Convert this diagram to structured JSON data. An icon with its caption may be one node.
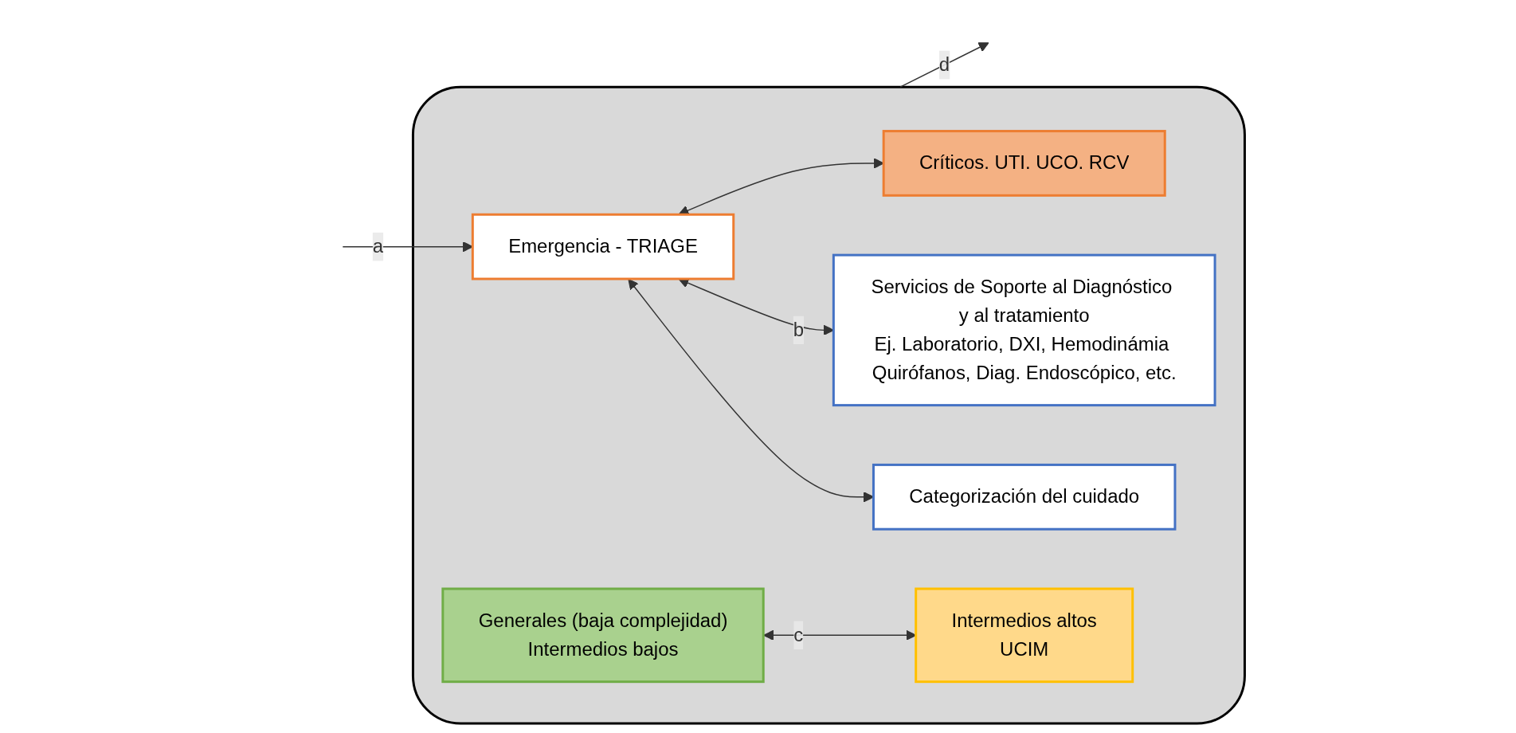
{
  "diagram": {
    "nodes": [
      {
        "text": [],
        "shape": "box"
      },
      {
        "text": [
          "Emergencia - TRIAGE"
        ],
        "in": 0
      },
      {
        "text": [
          "Categorización del cuidado"
        ],
        "in": 0
      },
      {
        "text": [
          "Generales (baja complejidad)",
          "Intermedios bajos"
        ],
        "in": 0
      },
      {
        "text": [
          "Intermedios altos",
          "UCIM"
        ],
        "in": 0
      },
      {
        "text": [
          "Críticos. UTI. UCO. RCV"
        ],
        "in": 0
      },
      {
        "text": [
          "Servicios de Soporte al Diagnóstico y al tratamiento",
          "Ej. Laboratorio, DXI, Hemodinámia Quirófanos, Diag. Endoscópico, etc."
        ],
        "in": 0
      }
    ],
    "edges": [
      {
        "from": null,
        "to": 1,
        "arrow": "to",
        "label": "a"
      },
      {
        "from": 1,
        "to": 2,
        "arrow": "both"
      },
      {
        "from": 1,
        "to": 6,
        "arrow": "both",
        "label": "b"
      },
      {
        "from": 1,
        "to": 5,
        "arrow": "both"
      },
      {
        "from": 3,
        "to": 4,
        "arrow": "both",
        "label": "c"
      },
      {
        "from": 0,
        "to": null,
        "arrow": "to",
        "label": "d"
      }
    ]
  }
}
